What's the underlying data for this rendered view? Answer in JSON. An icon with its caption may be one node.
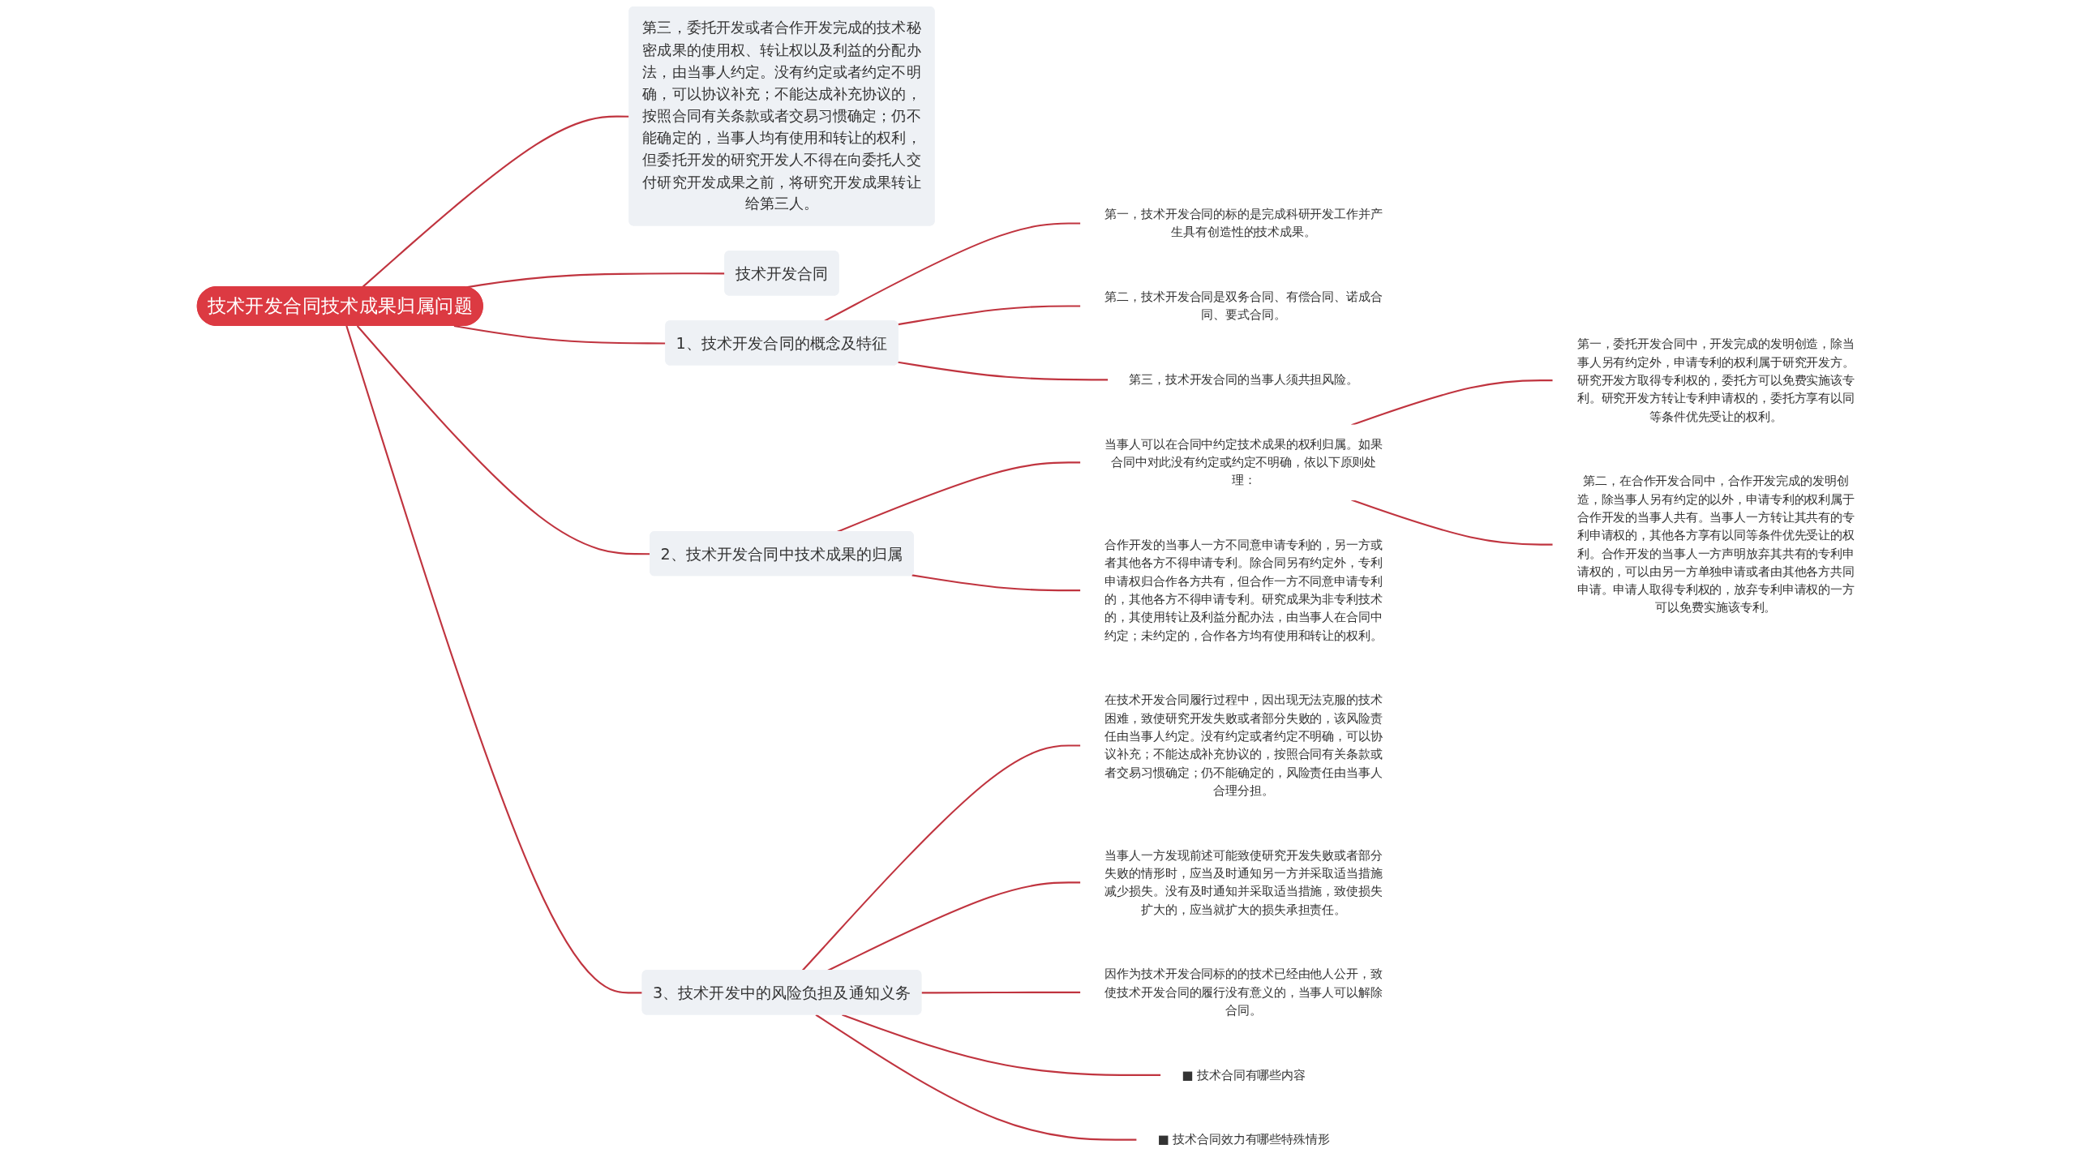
{
  "diagram": {
    "nodes": [
      {
        "text": [
          "技术开发合同技术成果归属问题"
        ]
      },
      {
        "text": [
          "技术开发合同"
        ]
      },
      {
        "text": [
          "1、技术开发合同的概念及特征"
        ]
      },
      {
        "text": [
          "第一，技术开发合同的标的是完成科研开发工作并产生具有创造性的技术成果。"
        ]
      },
      {
        "text": [
          "第二，技术开发合同是双务合同、有偿合同、诺成合同、要式合同。"
        ]
      },
      {
        "text": [
          "第三，技术开发合同的当事人须共担风险。"
        ]
      },
      {
        "text": [
          "第三，委托开发或者合作开发完成的技术秘密成果的使用权、转让权以及利益的分配办法，由当事人约定。没有约定或者约定不明确，可以协议补充；不能达成补充协议的，按照合同有关条款或者交易习惯确定；仍不能确定的，当事人均有使用和转让的权利，但委托开发的研究开发人不得在向委托人交付研究开发成果之前，将研究开发成果转让给第三人。"
        ]
      },
      {
        "text": [
          "2、技术开发合同中技术成果的归属"
        ]
      },
      {
        "text": [
          "当事人可以在合同中约定技术成果的权利归属。如果合同中对此没有约定或约定不明确，依以下原则处理："
        ]
      },
      {
        "text": [
          "第一，委托开发合同中，开发完成的发明创造，除当事人另有约定外，申请专利的权利属于研究开发方。研究开发方取得专利权的，委托方可以免费实施该专利。研究开发方转让专利申请权的，委托方享有以同等条件优先受让的权利。"
        ]
      },
      {
        "text": [
          "第二，在合作开发合同中，合作开发完成的发明创造，除当事人另有约定的以外，申请专利的权利属于合作开发的当事人共有。当事人一方转让其共有的专利申请权的，其他各方享有以同等条件优先受让的权利。合作开发的当事人一方声明放弃其共有的专利申请权的，可以由另一方单独申请或者由其他各方共同申请。申请人取得专利权的，放弃专利申请权的一方可以免费实施该专利。"
        ]
      },
      {
        "text": [
          "合作开发的当事人一方不同意申请专利的，另一方或者其他各方不得申请专利。除合同另有约定外，专利申请权归合作各方共有，但合作一方不同意申请专利的，其他各方不得申请专利。研究成果为非专利技术的，其使用转让及利益分配办法，由当事人在合同中约定；未约定的，合作各方均有使用和转让的权利。"
        ]
      },
      {
        "text": [
          "3、技术开发中的风险负担及通知义务"
        ]
      },
      {
        "text": [
          "在技术开发合同履行过程中，因出现无法克服的技术困难，致使研究开发失败或者部分失败的，该风险责任由当事人约定。没有约定或者约定不明确，可以协议补充；不能达成补充协议的，按照合同有关条款或者交易习惯确定；仍不能确定的，风险责任由当事人合理分担。"
        ]
      },
      {
        "text": [
          "当事人一方发现前述可能致使研究开发失败或者部分失败的情形时，应当及时通知另一方并采取适当措施减少损失。没有及时通知并采取适当措施，致使损失扩大的，应当就扩大的损失承担责任。"
        ]
      },
      {
        "text": [
          "因作为技术开发合同标的的技术已经由他人公开，致使技术开发合同的履行没有意义的，当事人可以解除合同。"
        ]
      },
      {
        "text": [
          "■ 技术合同有哪些内容"
        ]
      },
      {
        "text": [
          "■ 技术合同效力有哪些特殊情形"
        ]
      }
    ],
    "edges": [
      {
        "from": 0,
        "to": 1,
        "arrow": "none"
      },
      {
        "from": 0,
        "to": 2,
        "arrow": "none"
      },
      {
        "from": 2,
        "to": 3,
        "arrow": "none"
      },
      {
        "from": 2,
        "to": 4,
        "arrow": "none"
      },
      {
        "from": 2,
        "to": 5,
        "arrow": "none"
      },
      {
        "from": 0,
        "to": 6,
        "arrow": "none"
      },
      {
        "from": 0,
        "to": 7,
        "arrow": "none"
      },
      {
        "from": 7,
        "to": 8,
        "arrow": "none"
      },
      {
        "from": 8,
        "to": 9,
        "arrow": "none"
      },
      {
        "from": 8,
        "to": 10,
        "arrow": "none"
      },
      {
        "from": 7,
        "to": 11,
        "arrow": "none"
      },
      {
        "from": 0,
        "to": 12,
        "arrow": "none"
      },
      {
        "from": 12,
        "to": 13,
        "arrow": "none"
      },
      {
        "from": 12,
        "to": 14,
        "arrow": "none"
      },
      {
        "from": 12,
        "to": 15,
        "arrow": "none"
      },
      {
        "from": 12,
        "to": 16,
        "arrow": "none"
      },
      {
        "from": 12,
        "to": 17,
        "arrow": "none"
      }
    ]
  }
}
